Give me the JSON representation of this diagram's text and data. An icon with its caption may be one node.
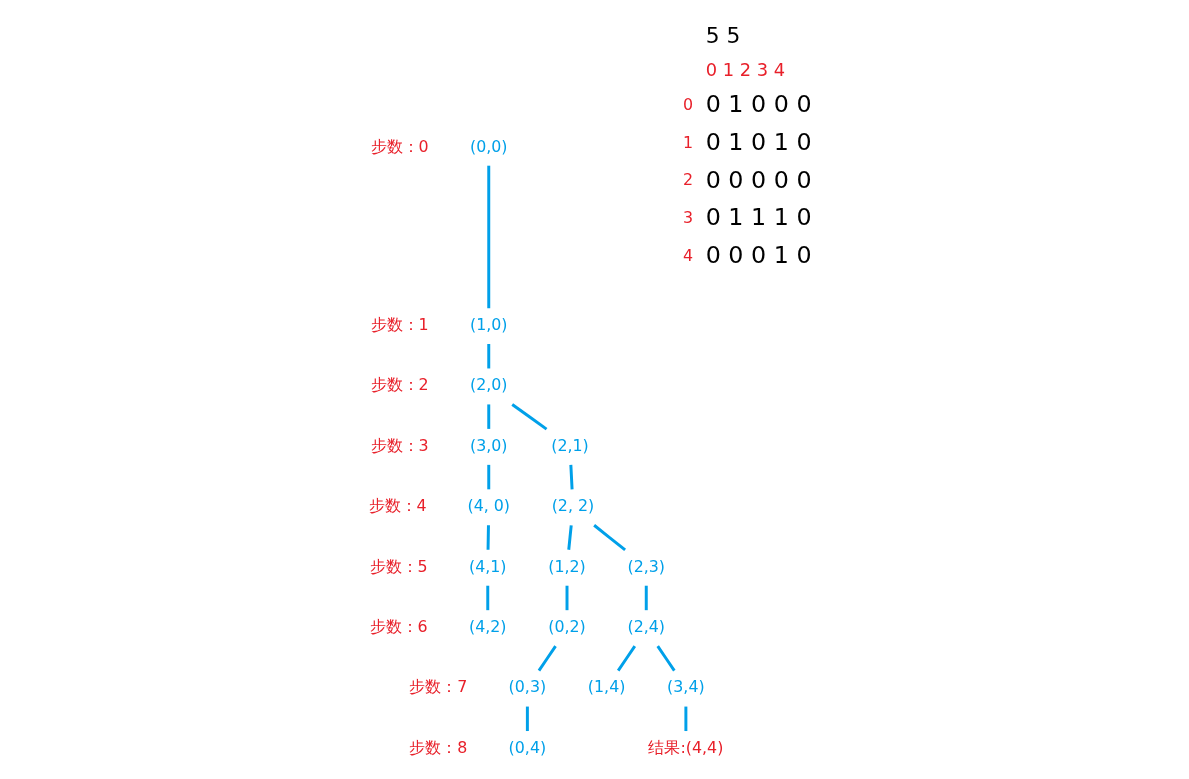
{
  "diagram": {
    "nodes": [
      {
        "text": [
          "(0,0)"
        ]
      },
      {
        "text": [
          "(1,0)"
        ]
      },
      {
        "text": [
          "(2,0)"
        ]
      },
      {
        "text": [
          "(3,0)"
        ]
      },
      {
        "text": [
          "(2,1)"
        ]
      },
      {
        "text": [
          "(4, 0)"
        ]
      },
      {
        "text": [
          "(2, 2)"
        ]
      },
      {
        "text": [
          "(4,1)"
        ]
      },
      {
        "text": [
          "(1,2)"
        ]
      },
      {
        "text": [
          "(2,3)"
        ]
      },
      {
        "text": [
          "(4,2)"
        ]
      },
      {
        "text": [
          "(0,2)"
        ]
      },
      {
        "text": [
          "(2,4)"
        ]
      },
      {
        "text": [
          "(0,3)"
        ]
      },
      {
        "text": [
          "(1,4)"
        ]
      },
      {
        "text": [
          "(3,4)"
        ]
      },
      {
        "text": [
          "(0,4)"
        ]
      },
      {
        "text": [
          "结果:(4,4)"
        ]
      }
    ],
    "edges": [
      {
        "from": 0,
        "to": 1,
        "arrow": "none"
      },
      {
        "from": 1,
        "to": 2,
        "arrow": "none"
      },
      {
        "from": 2,
        "to": 3,
        "arrow": "none"
      },
      {
        "from": 2,
        "to": 4,
        "arrow": "none"
      },
      {
        "from": 3,
        "to": 5,
        "arrow": "none"
      },
      {
        "from": 4,
        "to": 6,
        "arrow": "none"
      },
      {
        "from": 5,
        "to": 7,
        "arrow": "none"
      },
      {
        "from": 6,
        "to": 8,
        "arrow": "none"
      },
      {
        "from": 6,
        "to": 9,
        "arrow": "none"
      },
      {
        "from": 7,
        "to": 10,
        "arrow": "none"
      },
      {
        "from": 8,
        "to": 11,
        "arrow": "none"
      },
      {
        "from": 9,
        "to": 12,
        "arrow": "none"
      },
      {
        "from": 11,
        "to": 13,
        "arrow": "none"
      },
      {
        "from": 12,
        "to": 14,
        "arrow": "none"
      },
      {
        "from": 12,
        "to": 15,
        "arrow": "none"
      },
      {
        "from": 13,
        "to": 16,
        "arrow": "none"
      },
      {
        "from": 15,
        "to": 17,
        "arrow": "none"
      }
    ],
    "labels": [
      "步数：0",
      "步数：1",
      "步数：2",
      "步数：3",
      "步数：4",
      "步数：5",
      "步数：6",
      "步数：7",
      "步数：8",
      "5 5",
      "0 1 2 3 4",
      "0",
      "0 1 0 0 0",
      "1",
      "0 1 0 1 0",
      "2",
      "0 0 0 0 0",
      "3",
      "0 1 1 1 0",
      "4",
      "0 0 0 1 0"
    ]
  }
}
